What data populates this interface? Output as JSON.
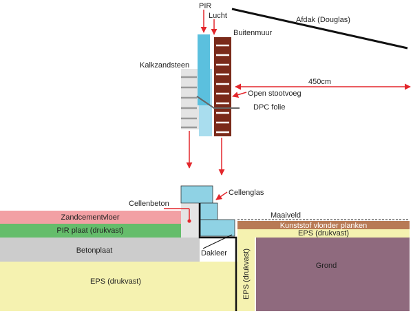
{
  "labels": {
    "pir": "PIR",
    "lucht": "Lucht",
    "afdak": "Afdak (Douglas)",
    "buitenmuur": "Buitenmuur",
    "kalkzandsteen": "Kalkzandsteen",
    "dimension": "450cm",
    "open_stootvoeg": "Open stootvoeg",
    "dpc_folie": "DPC folie",
    "cellenglas": "Cellenglas",
    "cellenbeton": "Cellenbeton",
    "maaiveld": "Maaiveld",
    "zandcementvloer": "Zandcementvloer",
    "kunststof_vlonder": "Kunststof vlonder planken",
    "pir_plaat": "PIR plaat (drukvast)",
    "eps_top": "EPS (drukvast)",
    "betonplaat": "Betonplaat",
    "dakleer": "Dakleer",
    "eps_vertical": "EPS (drukvast)",
    "grond": "Grond",
    "eps_bottom": "EPS (drukvast)"
  },
  "colors": {
    "arrow": "#e3262b",
    "pir": "#5bc0de",
    "lucht": "#a9ddee",
    "brick": "#7a2a1a",
    "kalkzandsteen": "#e4e4e4",
    "cellenglas": "#8fd2e4",
    "zandcement": "#f2a0a4",
    "pir_plaat": "#65bd6b",
    "beton": "#cccccc",
    "eps": "#f5f2b0",
    "vlonder": "#b87a55",
    "grond": "#8f6a7e",
    "dpc": "#666666"
  }
}
